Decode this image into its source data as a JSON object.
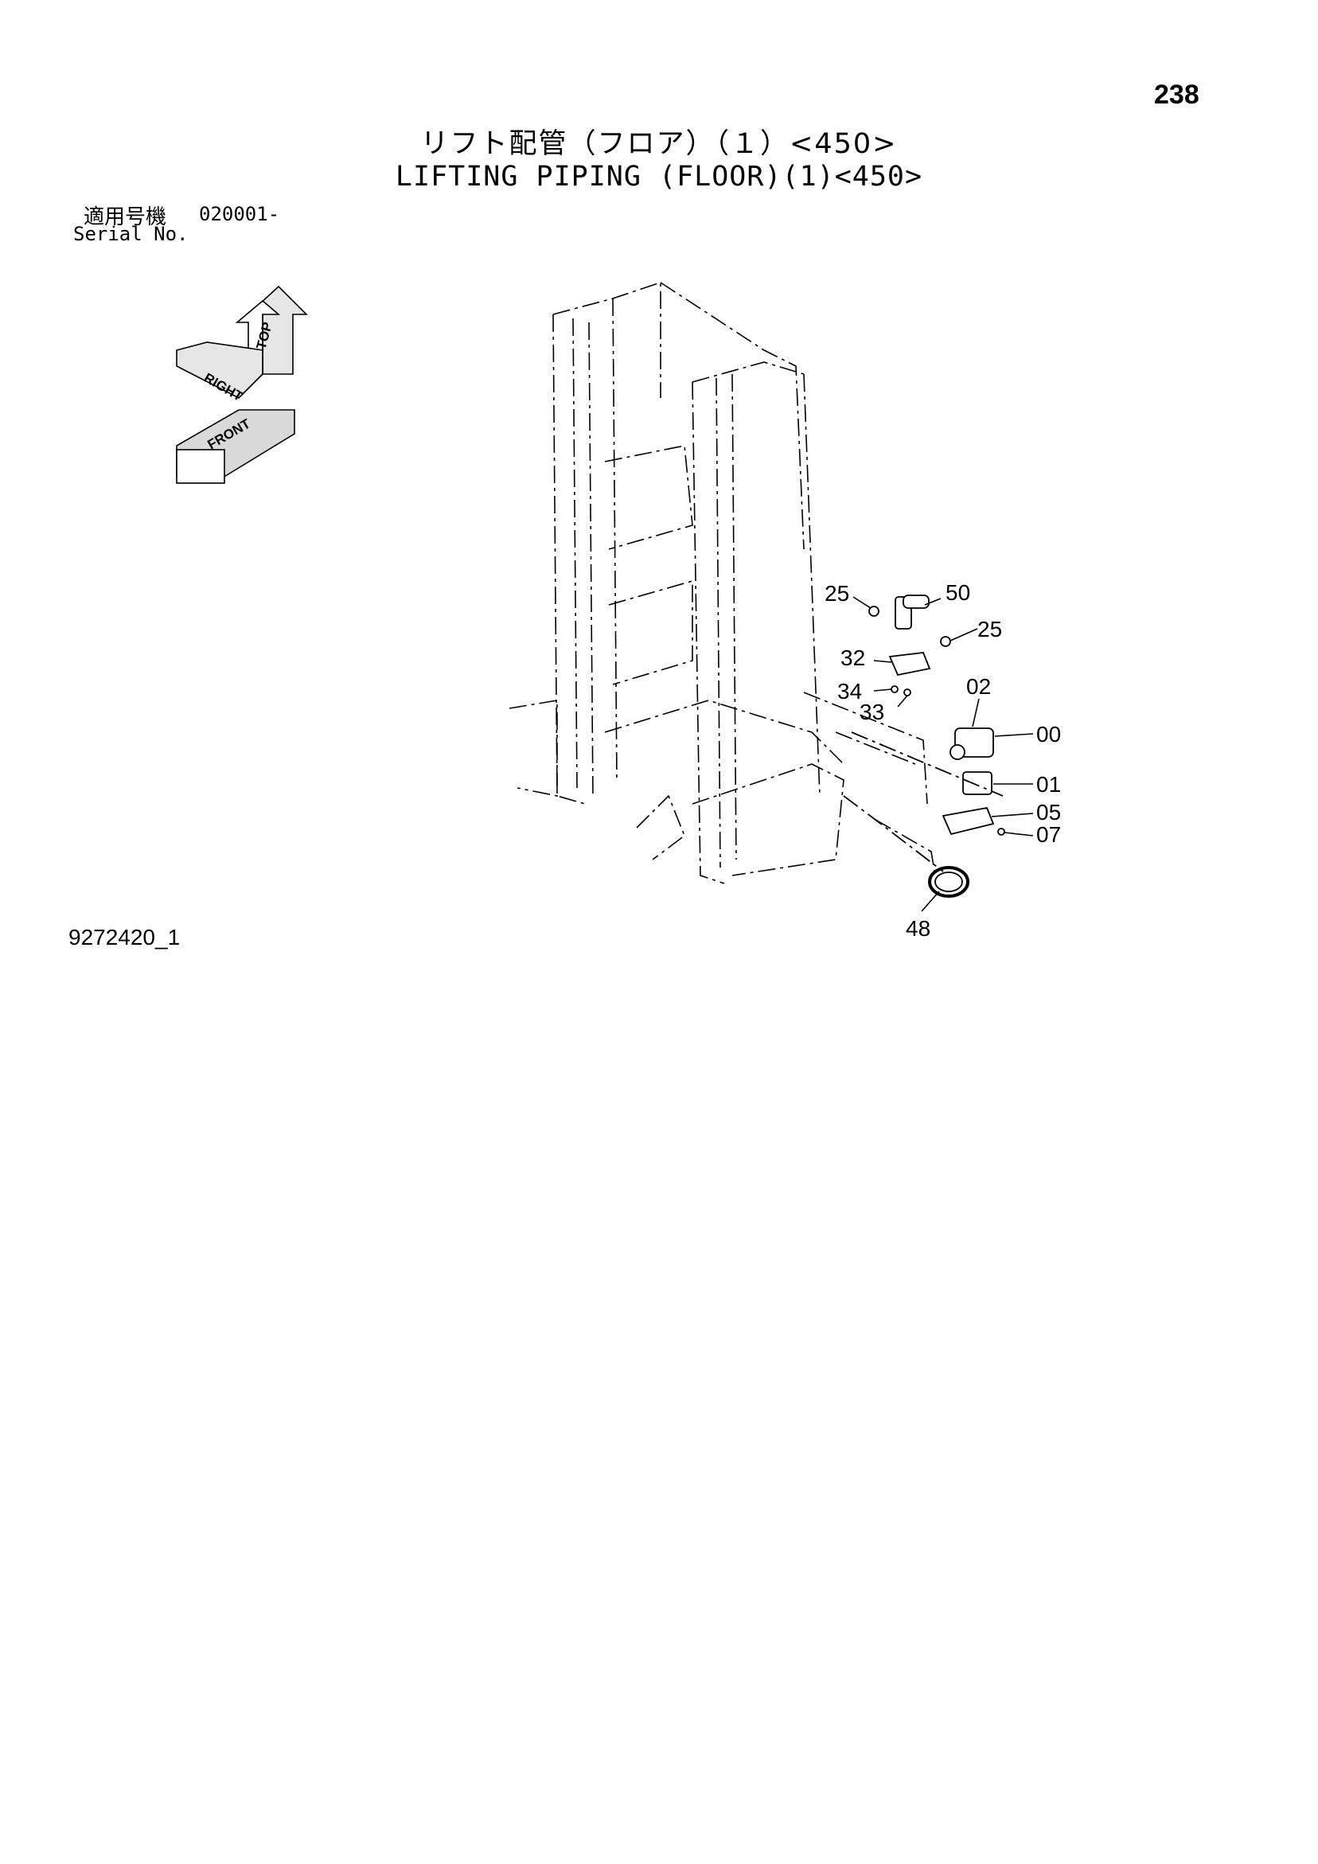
{
  "page_number": "238",
  "title_jp": "リフト配管（フロア）（１）<450>",
  "title_en": "LIFTING PIPING (FLOOR)(1)<450>",
  "serial": {
    "label_jp": "適用号機",
    "label_en": "Serial No.",
    "value": "020001-"
  },
  "orientation": {
    "top": "TOP",
    "right": "RIGHT",
    "front": "FRONT"
  },
  "callouts": [
    {
      "id": "c25a",
      "text": "25"
    },
    {
      "id": "c50",
      "text": "50"
    },
    {
      "id": "c25b",
      "text": "25"
    },
    {
      "id": "c32",
      "text": "32"
    },
    {
      "id": "c34",
      "text": "34"
    },
    {
      "id": "c33",
      "text": "33"
    },
    {
      "id": "c02",
      "text": "02"
    },
    {
      "id": "c00",
      "text": "00"
    },
    {
      "id": "c01",
      "text": "01"
    },
    {
      "id": "c05",
      "text": "05"
    },
    {
      "id": "c07",
      "text": "07"
    },
    {
      "id": "c48",
      "text": "48"
    }
  ],
  "drawing_number": "9272420_1"
}
